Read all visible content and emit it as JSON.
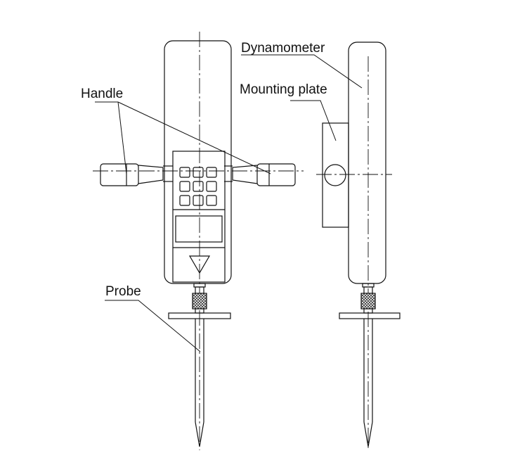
{
  "diagram": {
    "labels": {
      "dynamometer": "Dynamometer",
      "mounting_plate": "Mounting plate",
      "handle": "Handle",
      "probe": "Probe"
    },
    "colors": {
      "stroke": "#111111",
      "background": "#ffffff",
      "knurl": "#333333"
    }
  }
}
